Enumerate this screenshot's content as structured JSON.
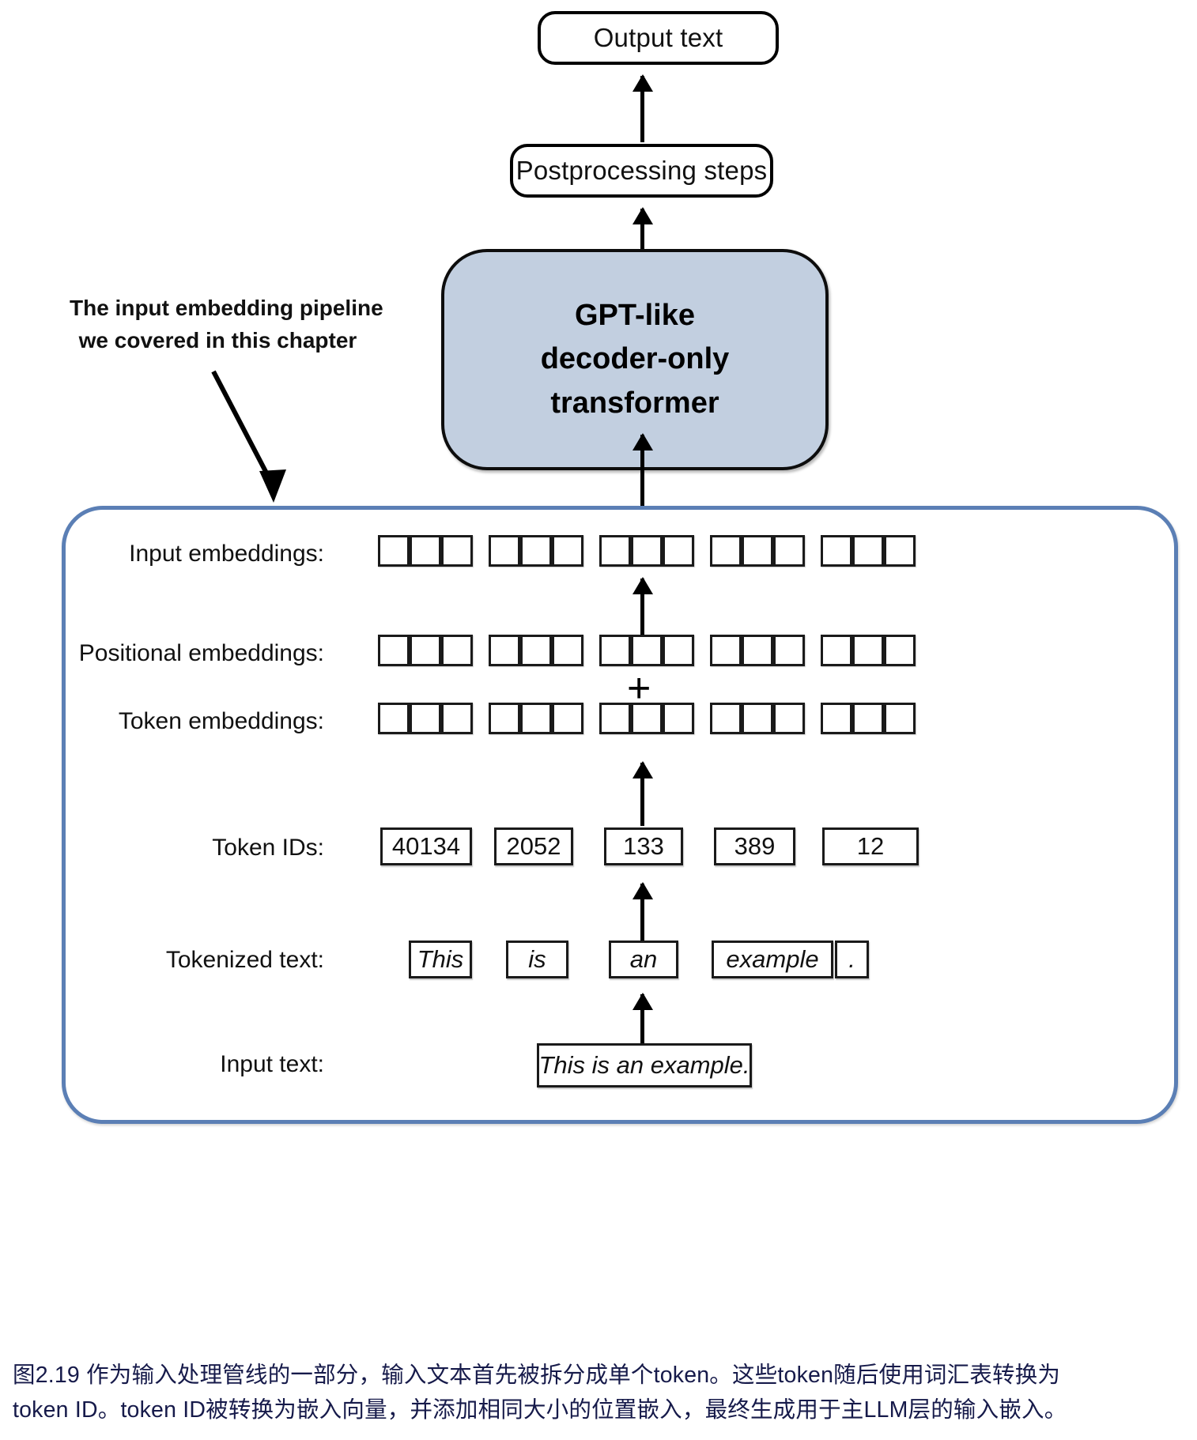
{
  "figure": {
    "top_boxes": [
      {
        "name": "output-text",
        "label": "Output text"
      },
      {
        "name": "postprocessing-steps",
        "label": "Postprocessing steps"
      }
    ],
    "transformer": {
      "line1": "GPT-like",
      "line2": "decoder-only",
      "line3": "transformer",
      "fill_color": "#c2cfe0"
    },
    "annotation": {
      "line1": "The input embedding pipeline",
      "line2": "we covered in this chapter"
    },
    "pipeline": {
      "border_color": "#5b7fb5",
      "rows": [
        {
          "name": "input-embeddings",
          "label": "Input embeddings:",
          "cells_per_group": 3,
          "groups": 5
        },
        {
          "name": "positional-embeddings",
          "label": "Positional embeddings:",
          "cells_per_group": 3,
          "groups": 5
        },
        {
          "name": "token-embeddings",
          "label": "Token embeddings:",
          "cells_per_group": 3,
          "groups": 5
        },
        {
          "name": "token-ids",
          "label": "Token IDs:",
          "values": [
            "40134",
            "2052",
            "133",
            "389",
            "12"
          ]
        },
        {
          "name": "tokenized-text",
          "label": "Tokenized text:",
          "values": [
            "This",
            "is",
            "an",
            "example",
            "."
          ]
        },
        {
          "name": "input-text",
          "label": "Input text:",
          "values": [
            "This is an example."
          ]
        }
      ],
      "plus_sign": "+"
    }
  },
  "caption": {
    "line1": "图2.19 作为输入处理管线的一部分，输入文本首先被拆分成单个token。这些token随后使用词汇表转换为",
    "line2": "token ID。token ID被转换为嵌入向量，并添加相同大小的位置嵌入，最终生成用于主LLM层的输入嵌入。",
    "color": "#161a4a"
  }
}
